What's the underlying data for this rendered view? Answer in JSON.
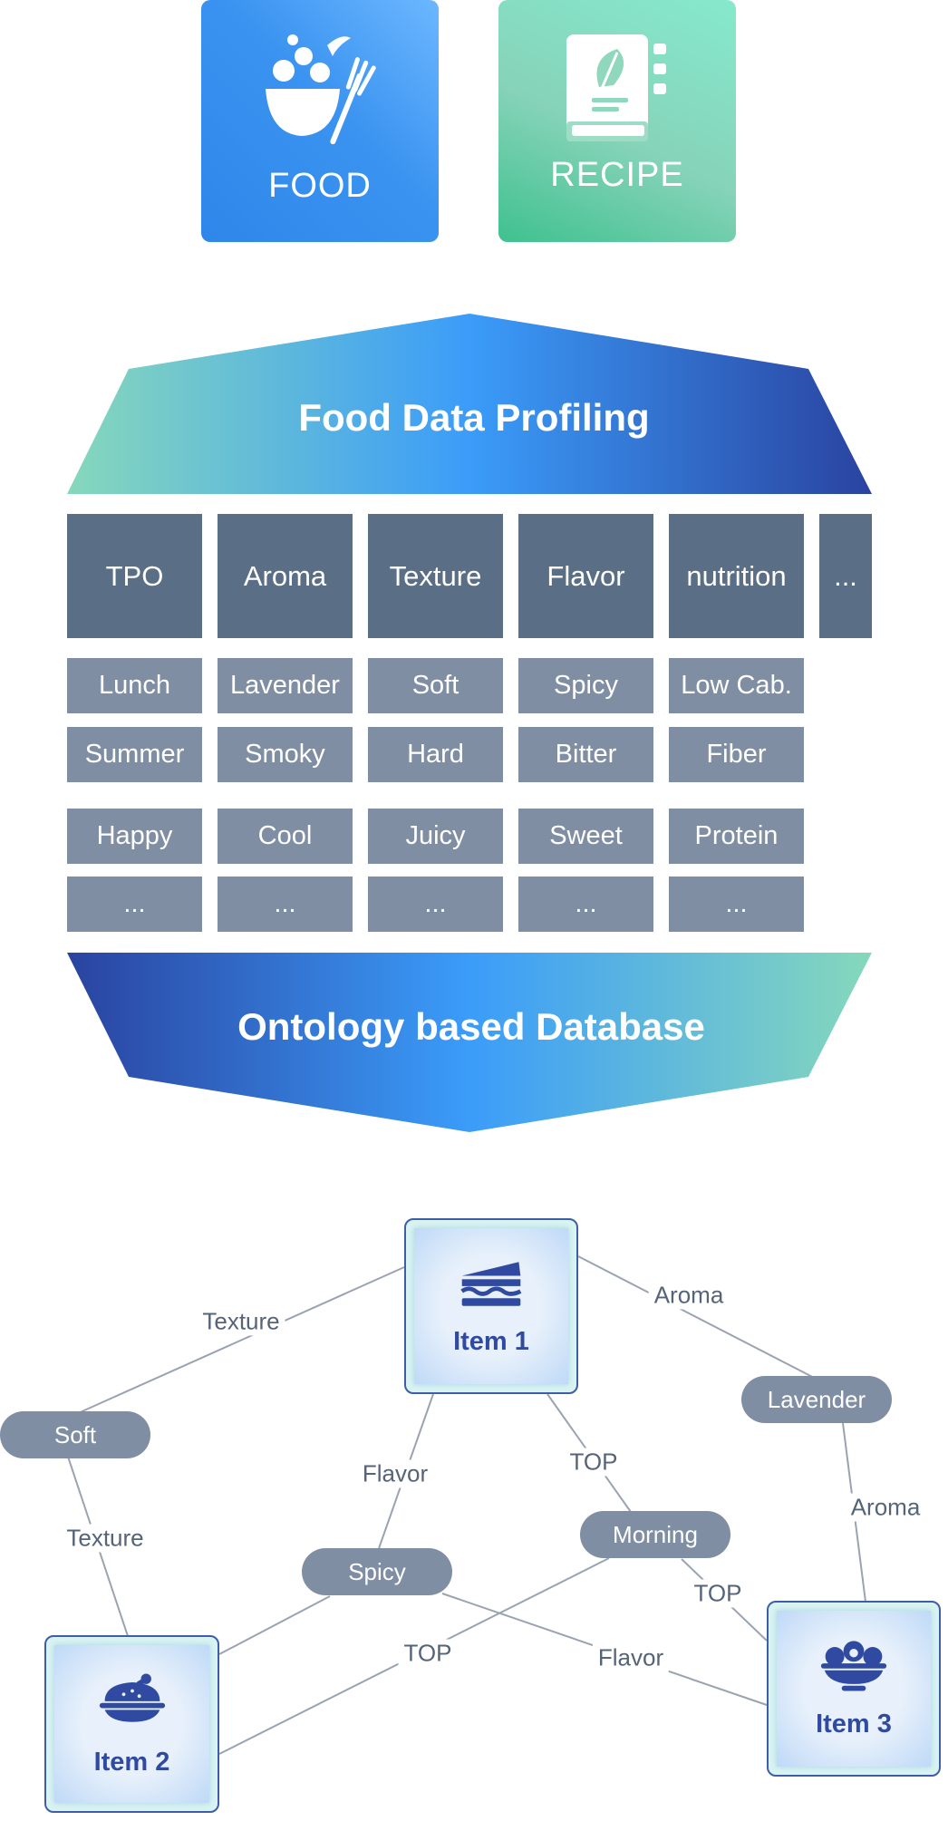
{
  "sources": {
    "food": {
      "label": "FOOD",
      "icon": "food-bowl-icon"
    },
    "recipe": {
      "label": "RECIPE",
      "icon": "recipe-book-icon"
    }
  },
  "profiling": {
    "title": "Food Data Profiling"
  },
  "table": {
    "headers": [
      "TPO",
      "Aroma",
      "Texture",
      "Flavor",
      "nutrition",
      "..."
    ],
    "rows": [
      [
        "Lunch",
        "Lavender",
        "Soft",
        "Spicy",
        "Low Cab."
      ],
      [
        "Summer",
        "Smoky",
        "Hard",
        "Bitter",
        "Fiber"
      ],
      [
        "Happy",
        "Cool",
        "Juicy",
        "Sweet",
        "Protein"
      ],
      [
        "...",
        "...",
        "...",
        "...",
        "..."
      ]
    ]
  },
  "database": {
    "title": "Ontology based Database"
  },
  "graph": {
    "items": [
      {
        "label": "Item 1",
        "icon": "sandwich-icon"
      },
      {
        "label": "Item 2",
        "icon": "rice-bowl-icon"
      },
      {
        "label": "Item 3",
        "icon": "salad-bowl-icon"
      }
    ],
    "values": [
      "Soft",
      "Lavender",
      "Spicy",
      "Morning"
    ],
    "edge_labels": [
      "Texture",
      "Aroma",
      "Flavor",
      "TOP",
      "Texture",
      "Aroma",
      "TOP",
      "TOP",
      "Flavor"
    ],
    "colors": {
      "node": "#7f8ea3",
      "edge": "#9aa3b2",
      "item_text": "#2f4aa0"
    }
  }
}
